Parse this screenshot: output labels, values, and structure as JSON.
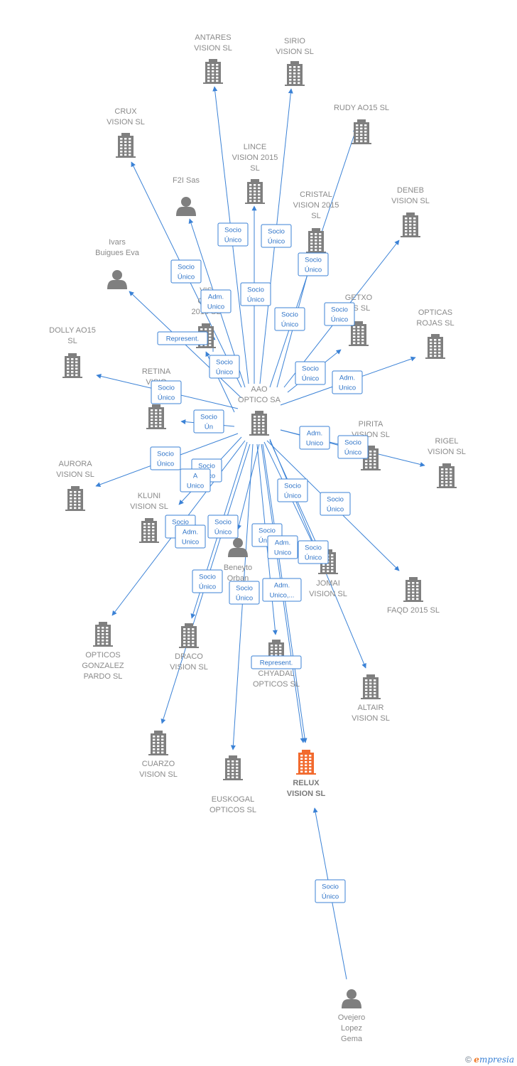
{
  "colors": {
    "edge": "#3b82d6",
    "company": "#7f7f7f",
    "highlight": "#f26a2e",
    "person": "#7f7f7f"
  },
  "nodes": [
    {
      "id": "aao",
      "type": "company",
      "label": [
        "AAO",
        "OPTICO SA"
      ],
      "icon": "building-icon"
    },
    {
      "id": "antares",
      "type": "company",
      "label": [
        "ANTARES",
        "VISION SL"
      ],
      "icon": "building-icon"
    },
    {
      "id": "sirio",
      "type": "company",
      "label": [
        "SIRIO",
        "VISION SL"
      ],
      "icon": "building-icon"
    },
    {
      "id": "crux",
      "type": "company",
      "label": [
        "CRUX",
        "VISION SL"
      ],
      "icon": "building-icon"
    },
    {
      "id": "rudy",
      "type": "company",
      "label": [
        "RUDY AO15 SL"
      ],
      "icon": "building-icon"
    },
    {
      "id": "lince",
      "type": "company",
      "label": [
        "LINCE",
        "VISION 2015",
        "SL"
      ],
      "icon": "building-icon"
    },
    {
      "id": "f2i",
      "type": "person",
      "label": [
        "F2I Sas"
      ],
      "icon": "person-icon"
    },
    {
      "id": "cristal",
      "type": "company",
      "label": [
        "CRISTAL",
        "VISION 2015",
        "SL"
      ],
      "icon": "building-icon"
    },
    {
      "id": "deneb",
      "type": "company",
      "label": [
        "DENEB",
        "VISION SL"
      ],
      "icon": "building-icon"
    },
    {
      "id": "ivars",
      "type": "person",
      "label": [
        "Ivars",
        "Buigues Eva"
      ],
      "icon": "person-icon"
    },
    {
      "id": "global",
      "type": "company",
      "label": [
        "VIS",
        "GLO",
        "2015 SL"
      ],
      "icon": "building-icon"
    },
    {
      "id": "getxo",
      "type": "company",
      "label": [
        "GETXO",
        "OS SL"
      ],
      "icon": "building-icon"
    },
    {
      "id": "opticas_rojas",
      "type": "company",
      "label": [
        "OPTICAS",
        "ROJAS SL"
      ],
      "icon": "building-icon"
    },
    {
      "id": "dolly",
      "type": "company",
      "label": [
        "DOLLY AO15",
        "SL"
      ],
      "icon": "building-icon"
    },
    {
      "id": "retina",
      "type": "company",
      "label": [
        "RETINA",
        "VISIO"
      ],
      "icon": "building-icon"
    },
    {
      "id": "pirita",
      "type": "company",
      "label": [
        "PIRITA",
        "VISION SL"
      ],
      "icon": "building-icon"
    },
    {
      "id": "rigel",
      "type": "company",
      "label": [
        "RIGEL",
        "VISION SL"
      ],
      "icon": "building-icon"
    },
    {
      "id": "aurora",
      "type": "company",
      "label": [
        "AURORA",
        "VISION SL"
      ],
      "icon": "building-icon"
    },
    {
      "id": "kluni",
      "type": "company",
      "label": [
        "KLUNI",
        "VISION SL"
      ],
      "icon": "building-icon"
    },
    {
      "id": "beneyto",
      "type": "person",
      "label": [
        "Beneyto",
        "Orban",
        "d"
      ],
      "icon": "person-icon"
    },
    {
      "id": "jomai",
      "type": "company",
      "label": [
        "JOMAI",
        "VISION SL"
      ],
      "icon": "building-icon"
    },
    {
      "id": "faqd",
      "type": "company",
      "label": [
        "FAQD 2015 SL"
      ],
      "icon": "building-icon"
    },
    {
      "id": "gonzalez",
      "type": "company",
      "label": [
        "OPTICOS",
        "GONZALEZ",
        "PARDO SL"
      ],
      "icon": "building-icon"
    },
    {
      "id": "draco",
      "type": "company",
      "label": [
        "DRACO",
        "VISION SL"
      ],
      "icon": "building-icon"
    },
    {
      "id": "chyadal",
      "type": "company",
      "label": [
        "CHYADAL",
        "OPTICOS SL"
      ],
      "icon": "building-icon"
    },
    {
      "id": "altair",
      "type": "company",
      "label": [
        "ALTAIR",
        "VISION SL"
      ],
      "icon": "building-icon"
    },
    {
      "id": "cuarzo",
      "type": "company",
      "label": [
        "CUARZO",
        "VISION SL"
      ],
      "icon": "building-icon"
    },
    {
      "id": "euskogal",
      "type": "company",
      "label": [
        "EUSKOGAL",
        "OPTICOS SL"
      ],
      "icon": "building-icon"
    },
    {
      "id": "relux",
      "type": "company",
      "label": [
        "RELUX",
        "VISION SL"
      ],
      "icon": "building-icon",
      "highlight": true
    },
    {
      "id": "ovejero",
      "type": "person",
      "label": [
        "Ovejero",
        "Lopez",
        "Gema"
      ],
      "icon": "person-icon"
    }
  ],
  "relations": [
    {
      "lines": [
        "Socio",
        "Único"
      ]
    },
    {
      "lines": [
        "Socio",
        "Único"
      ]
    },
    {
      "lines": [
        "Socio",
        "Único"
      ]
    },
    {
      "lines": [
        "Socio",
        "Único"
      ]
    },
    {
      "lines": [
        "Adm.",
        "Unico"
      ]
    },
    {
      "lines": [
        "Socio",
        "Único"
      ]
    },
    {
      "lines": [
        "Socio",
        "Único"
      ]
    },
    {
      "lines": [
        "Socio",
        "Único"
      ]
    },
    {
      "lines": [
        "Represent."
      ]
    },
    {
      "lines": [
        "Socio",
        "Único"
      ]
    },
    {
      "lines": [
        "Socio",
        "Único"
      ]
    },
    {
      "lines": [
        "Adm.",
        "Unico"
      ]
    },
    {
      "lines": [
        "Socio",
        "Único"
      ]
    },
    {
      "lines": [
        "Socio",
        "Ún"
      ]
    },
    {
      "lines": [
        "Adm.",
        "Unico"
      ]
    },
    {
      "lines": [
        "Socio",
        "Único"
      ]
    },
    {
      "lines": [
        "Socio",
        "Único"
      ]
    },
    {
      "lines": [
        "Socio",
        "Único"
      ]
    },
    {
      "lines": [
        "A",
        "Unico"
      ]
    },
    {
      "lines": [
        "Socio",
        "Único"
      ]
    },
    {
      "lines": [
        "Socio",
        "Único"
      ]
    },
    {
      "lines": [
        "Socio",
        "Ú"
      ]
    },
    {
      "lines": [
        "Adm.",
        "Unico"
      ]
    },
    {
      "lines": [
        "Socio",
        "Único"
      ]
    },
    {
      "lines": [
        "Socio",
        "Único"
      ]
    },
    {
      "lines": [
        "Adm.",
        "Unico"
      ]
    },
    {
      "lines": [
        "Socio",
        "Único"
      ]
    },
    {
      "lines": [
        "Socio",
        "Único"
      ]
    },
    {
      "lines": [
        "Socio",
        "Único"
      ]
    },
    {
      "lines": [
        "Adm.",
        "Unico,..."
      ]
    },
    {
      "lines": [
        "Represent."
      ]
    },
    {
      "lines": [
        "Socio",
        "Único"
      ]
    }
  ],
  "footer": {
    "copyright": "©",
    "brand_e": "e",
    "brand_rest": "mpresia"
  }
}
